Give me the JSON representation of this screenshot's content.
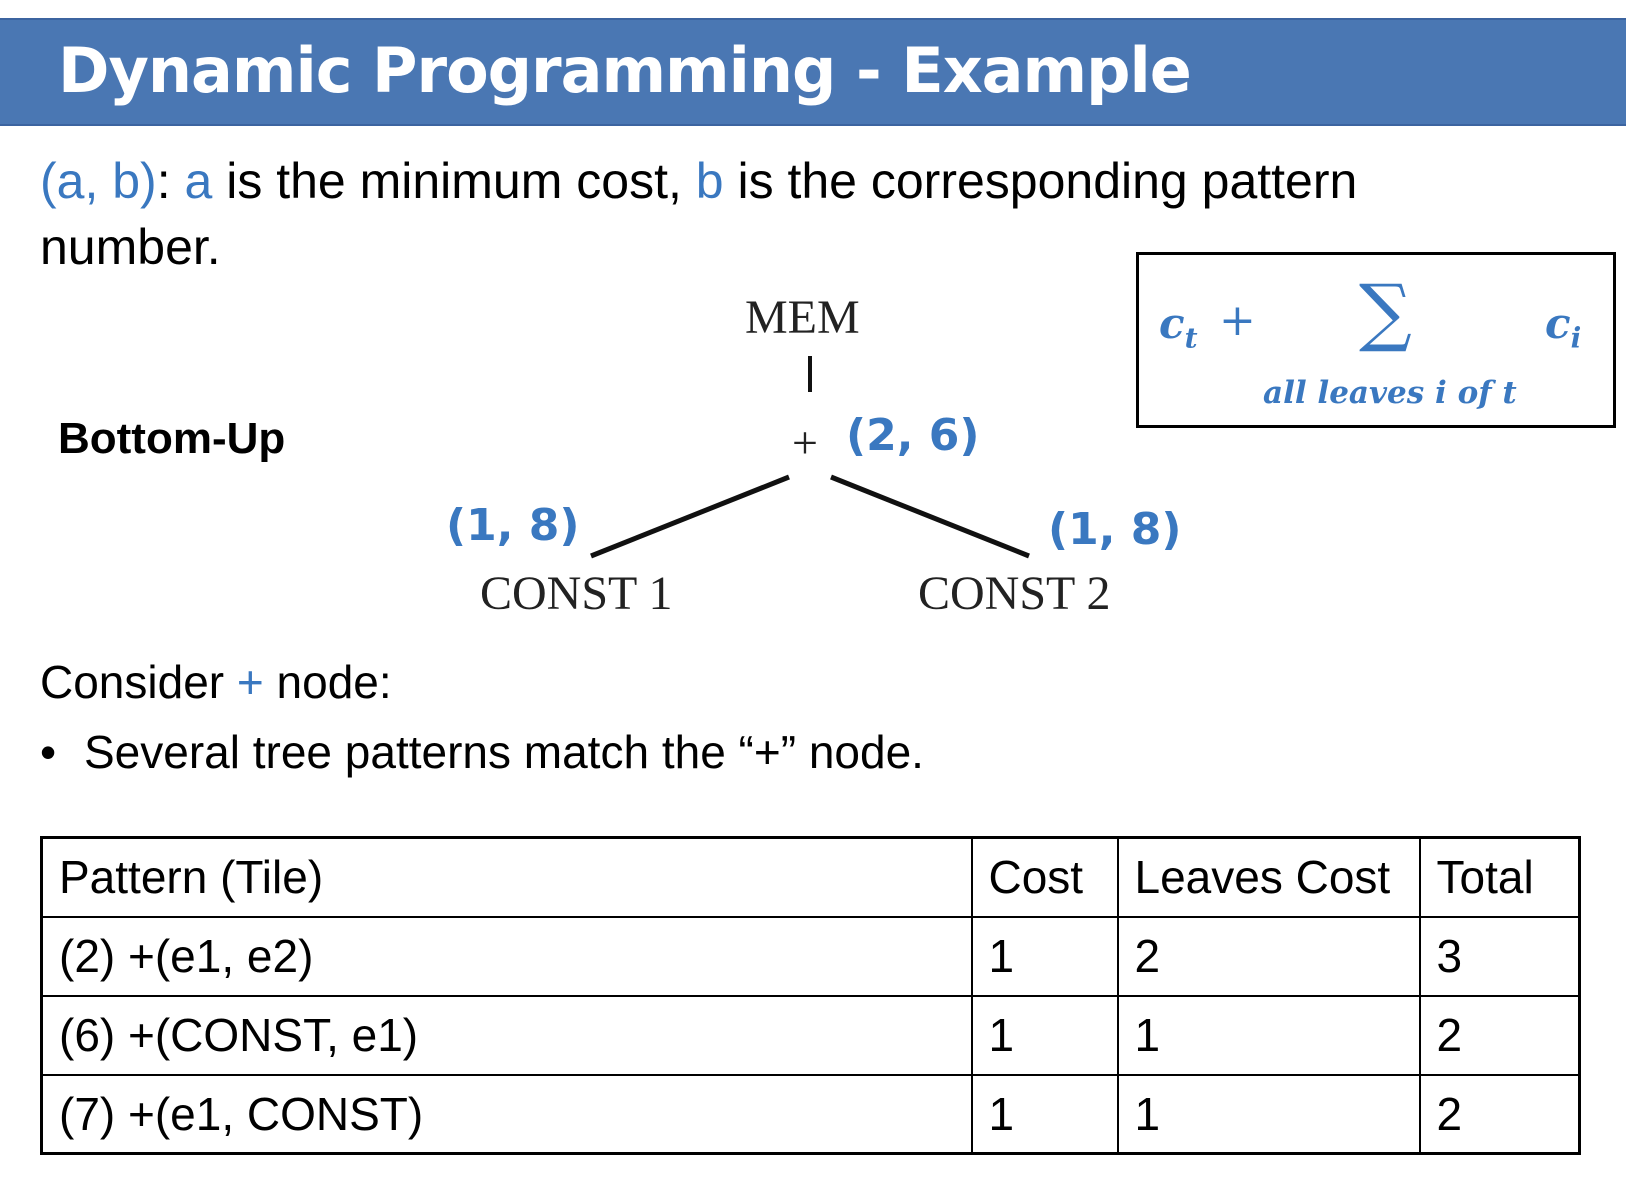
{
  "slide": {
    "title": "Dynamic Programming - Example"
  },
  "intro": {
    "pair": "(a, b)",
    "colon": ": ",
    "a": "a",
    "text1": " is the minimum cost, ",
    "b": "b",
    "text2": " is the corresponding pattern number."
  },
  "bottom_up_label": "Bottom-Up",
  "tree": {
    "root": "MEM",
    "plus": "+",
    "plus_pair": "(2, 6)",
    "left_node": "CONST 1",
    "left_pair": "(1, 8)",
    "right_node": "CONST 2",
    "right_pair": "(1, 8)"
  },
  "formula": {
    "ct": "c",
    "ct_sub": "t",
    "plus": "+",
    "sigma": "∑",
    "ci": "c",
    "ci_sub": "i",
    "under_sum": "all leaves i of t"
  },
  "consider": {
    "prefix": "Consider ",
    "plus": "+",
    "suffix": " node:"
  },
  "bullet": {
    "symbol": "•",
    "text": "Several tree patterns match the “+” node."
  },
  "table": {
    "headers": [
      "Pattern (Tile)",
      "Cost",
      "Leaves Cost",
      "Total"
    ],
    "rows": [
      [
        "(2) +(e1, e2)",
        "1",
        "2",
        "3"
      ],
      [
        "(6) +(CONST, e1)",
        "1",
        "1",
        "2"
      ],
      [
        "(7) +(e1, CONST)",
        "1",
        "1",
        "2"
      ]
    ]
  },
  "colors": {
    "title_bar": "#4a77b3",
    "accent_blue": "#3a78c0"
  }
}
